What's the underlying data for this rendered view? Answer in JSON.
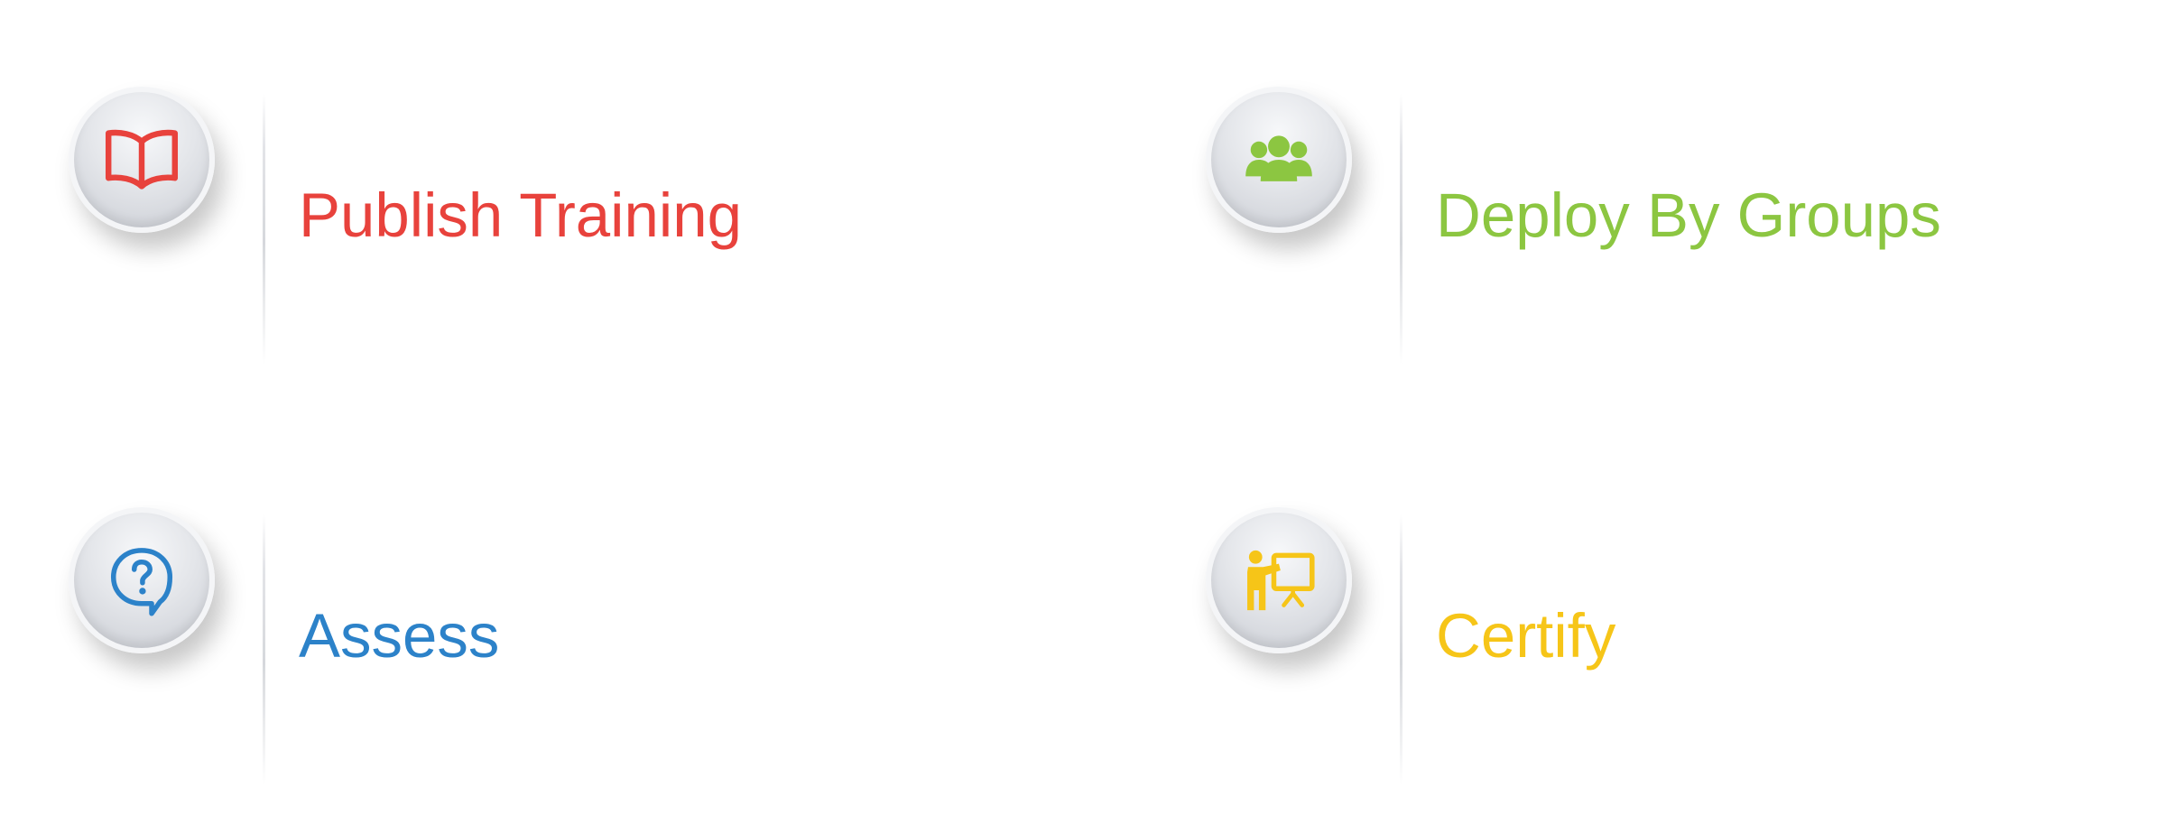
{
  "features": [
    {
      "label": "Publish Training",
      "icon": "open-book-icon",
      "color": "#e8423c"
    },
    {
      "label": "Deploy By Groups",
      "icon": "user-group-icon",
      "color": "#8cc641"
    },
    {
      "label": "Assess",
      "icon": "question-bubble-icon",
      "color": "#2c82c9"
    },
    {
      "label": "Certify",
      "icon": "presenter-board-icon",
      "color": "#f6c518"
    }
  ]
}
